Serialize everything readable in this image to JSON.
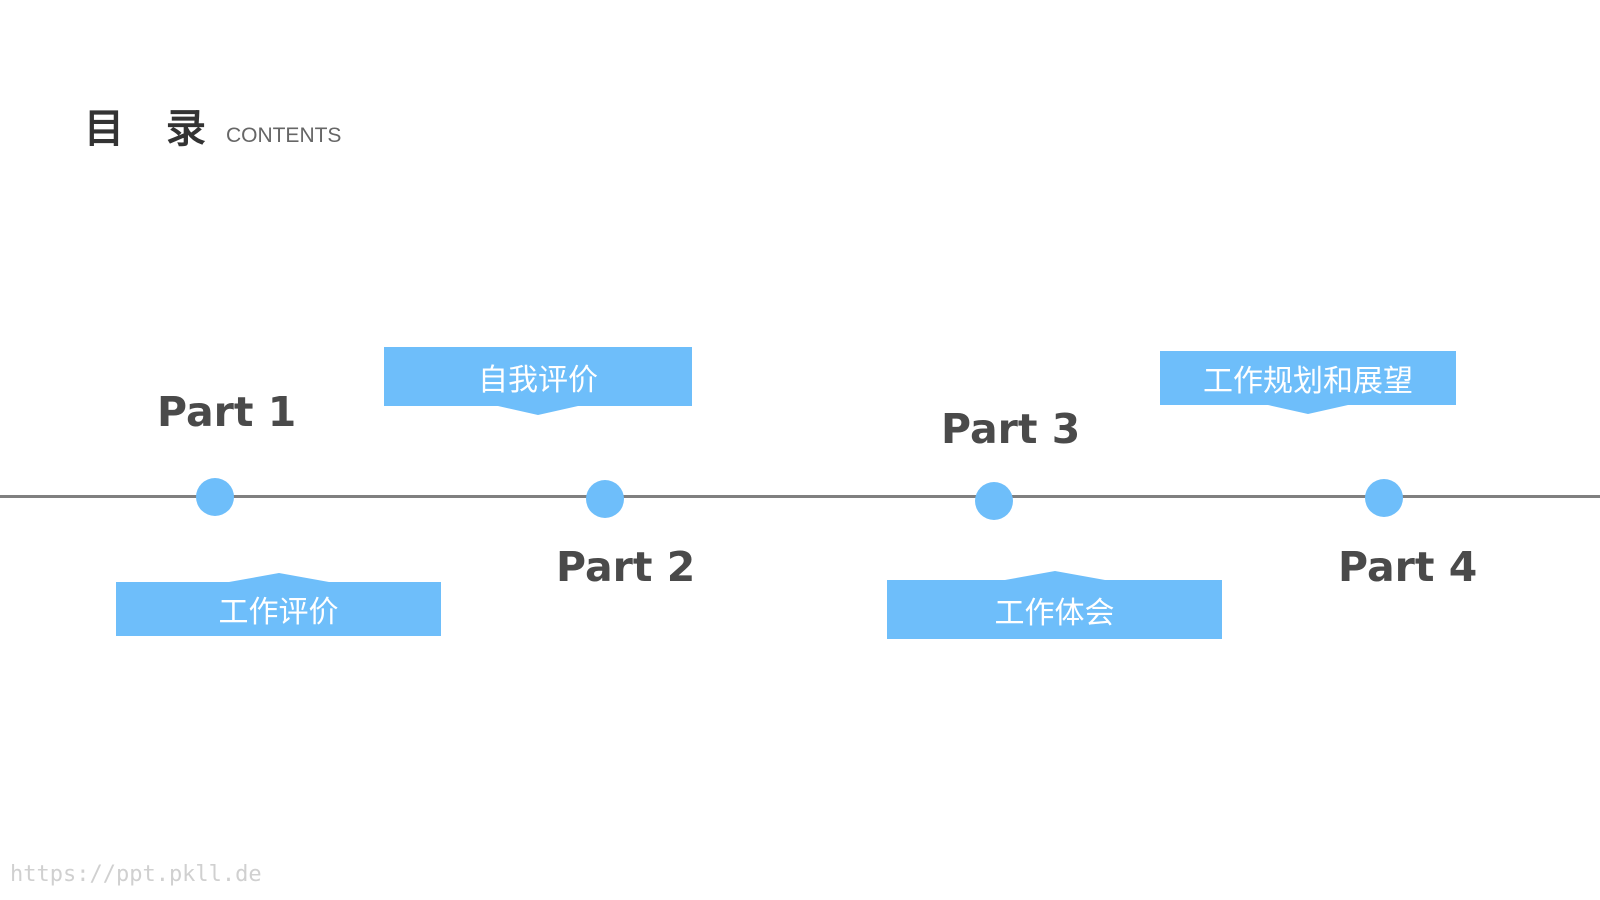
{
  "header": {
    "title_cn": "目 录",
    "title_en": "CONTENTS"
  },
  "parts": [
    {
      "label": "Part 1",
      "tag": "工作评价"
    },
    {
      "label": "Part 2",
      "tag": "自我评价"
    },
    {
      "label": "Part 3",
      "tag": "工作体会"
    },
    {
      "label": "Part 4",
      "tag": "工作规划和展望"
    }
  ],
  "watermark": "https://ppt.pkll.de",
  "colors": {
    "accent": "#6ebefa",
    "line": "#808080",
    "label": "#4a4a4a"
  }
}
